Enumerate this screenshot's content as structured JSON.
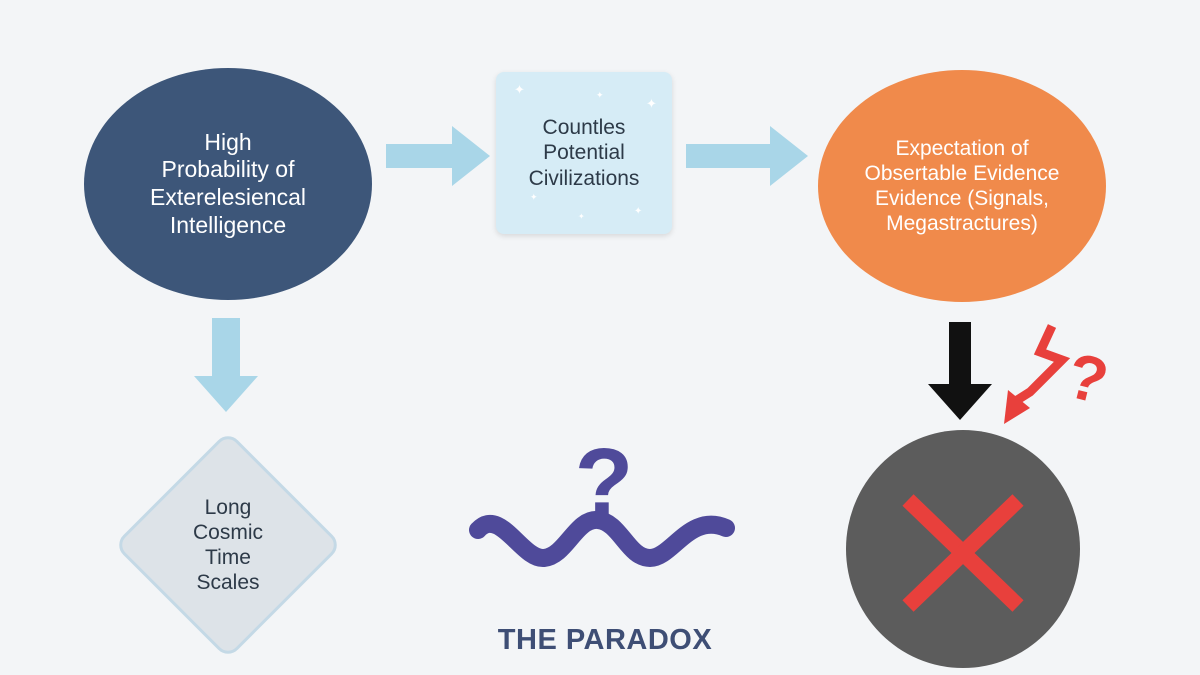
{
  "nodes": {
    "high_probability": "High\nProbability of\nExterelesiencal\nIntelligence",
    "countless_civilizations": "Countles\nPotential\nCivilizations",
    "expectation_evidence": "Expectation of\nObsertable Evidence\nEvidence (Signals,\nMegastractures)",
    "long_time_scales": "Long\nCosmic\nTime\nScales"
  },
  "paradox": {
    "label": "THE PARADOX",
    "glyph": "?"
  },
  "question_marks": {
    "red": "?",
    "purple": "?"
  },
  "icons": {
    "no_evidence": "x-icon",
    "lightning": "lightning-arrow-icon",
    "wave": "wave-icon"
  },
  "colors": {
    "navy": "#3d5679",
    "light_blue": "#d6ecf6",
    "orange": "#f08a4b",
    "gray_dark": "#5c5c5c",
    "diamond": "#dde3e8",
    "arrow_blue": "#a9d6e8",
    "red": "#e8403c",
    "purple": "#4f4a9a",
    "title": "#3e4e75"
  }
}
